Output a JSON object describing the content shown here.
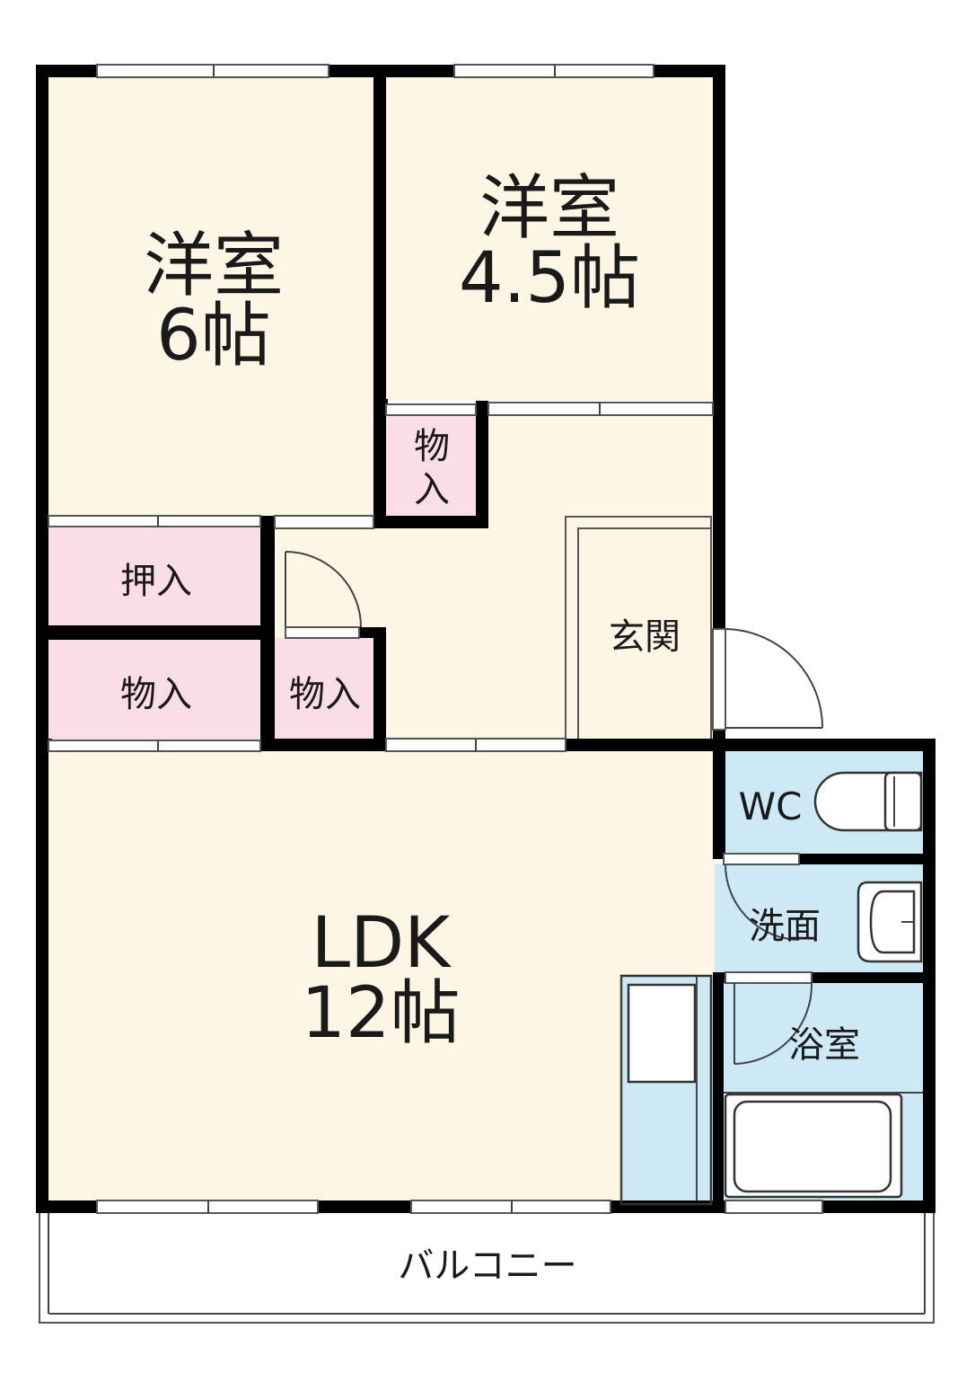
{
  "colors": {
    "room_floor": "#fef6e4",
    "storage": "#f9dde7",
    "wet_area": "#cde9f5",
    "wall": "#000000"
  },
  "rooms": {
    "western_left": {
      "name": "洋室",
      "size": "6帖"
    },
    "western_right": {
      "name": "洋室",
      "size": "4.5帖"
    },
    "ldk": {
      "name": "LDK",
      "size": "12帖"
    },
    "storage_top": "物入",
    "oshiire": "押入",
    "storage_left": "物入",
    "storage_center": "物入",
    "entrance": "玄関",
    "wc": "WC",
    "washroom": "洗面",
    "bath": "浴室",
    "balcony": "バルコニー"
  },
  "icons": [
    "toilet-icon",
    "washbasin-icon",
    "bathtub-icon",
    "kitchen-counter-icon",
    "door-swing-icon",
    "window-icon"
  ]
}
